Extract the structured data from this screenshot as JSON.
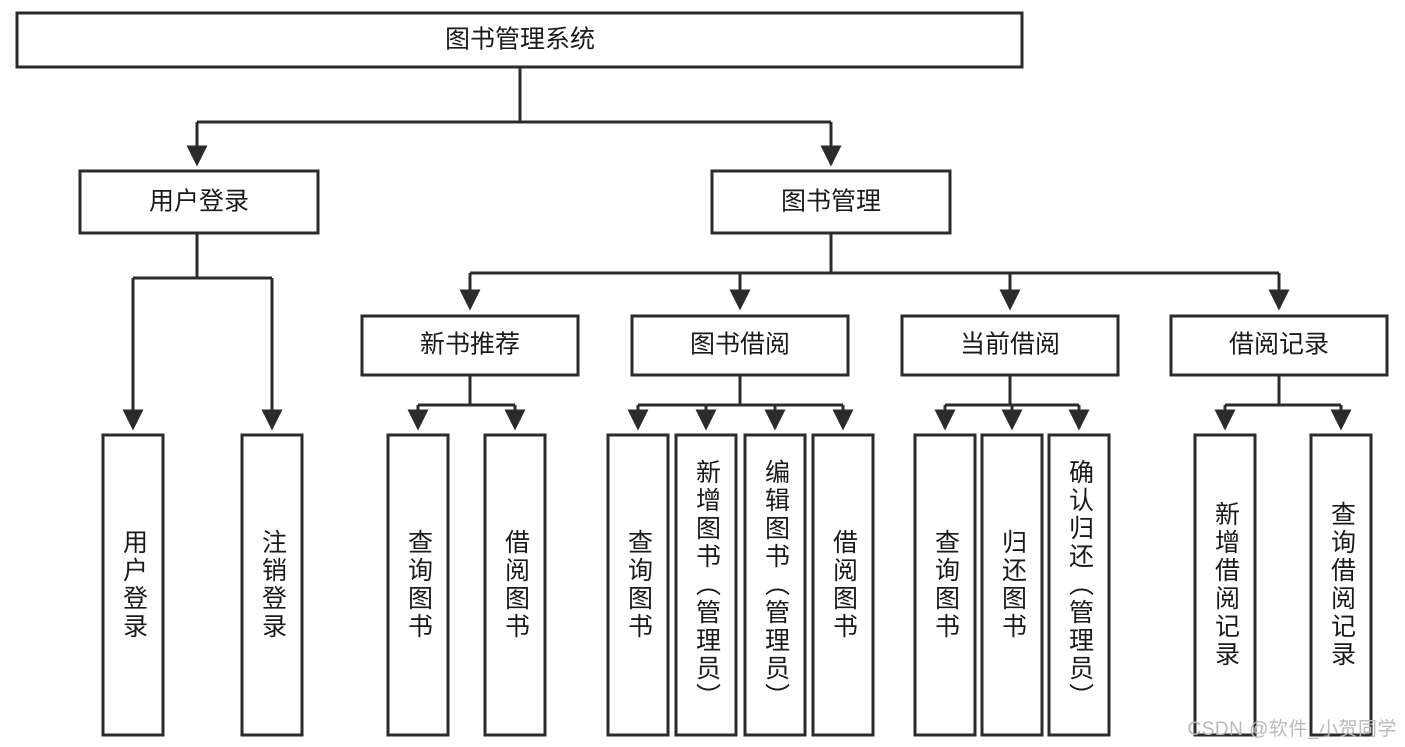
{
  "diagram": {
    "title_text": "图书管理系统",
    "type": "tree",
    "watermark": "CSDN @软件_小贺同学",
    "colors": {
      "stroke": "#2b2b2b",
      "fill": "#ffffff",
      "text": "#1a1a1a",
      "watermark": "#b9b9b9",
      "background": "#ffffff"
    },
    "nodes": {
      "root": {
        "label": "图书管理系统",
        "orientation": "horizontal"
      },
      "l2": [
        {
          "label": "用户登录",
          "orientation": "horizontal"
        },
        {
          "label": "图书管理",
          "orientation": "horizontal"
        }
      ],
      "l3": [
        {
          "label": "新书推荐",
          "orientation": "horizontal"
        },
        {
          "label": "图书借阅",
          "orientation": "horizontal"
        },
        {
          "label": "当前借阅",
          "orientation": "horizontal"
        },
        {
          "label": "借阅记录",
          "orientation": "horizontal"
        }
      ],
      "leaves": {
        "user_login": [
          {
            "label": "用户登录",
            "orientation": "vertical"
          },
          {
            "label": "注销登录",
            "orientation": "vertical"
          }
        ],
        "new_book": [
          {
            "label": "查询图书",
            "orientation": "vertical"
          },
          {
            "label": "借阅图书",
            "orientation": "vertical"
          }
        ],
        "borrow_book": [
          {
            "label": "查询图书",
            "orientation": "vertical"
          },
          {
            "label": "新增图书（管理员）",
            "orientation": "vertical"
          },
          {
            "label": "编辑图书（管理员）",
            "orientation": "vertical"
          },
          {
            "label": "借阅图书",
            "orientation": "vertical"
          }
        ],
        "current_borrow": [
          {
            "label": "查询图书",
            "orientation": "vertical"
          },
          {
            "label": "归还图书",
            "orientation": "vertical"
          },
          {
            "label": "确认归还（管理员）",
            "orientation": "vertical"
          }
        ],
        "borrow_record": [
          {
            "label": "新增借阅记录",
            "orientation": "vertical"
          },
          {
            "label": "查询借阅记录",
            "orientation": "vertical"
          }
        ]
      }
    }
  }
}
